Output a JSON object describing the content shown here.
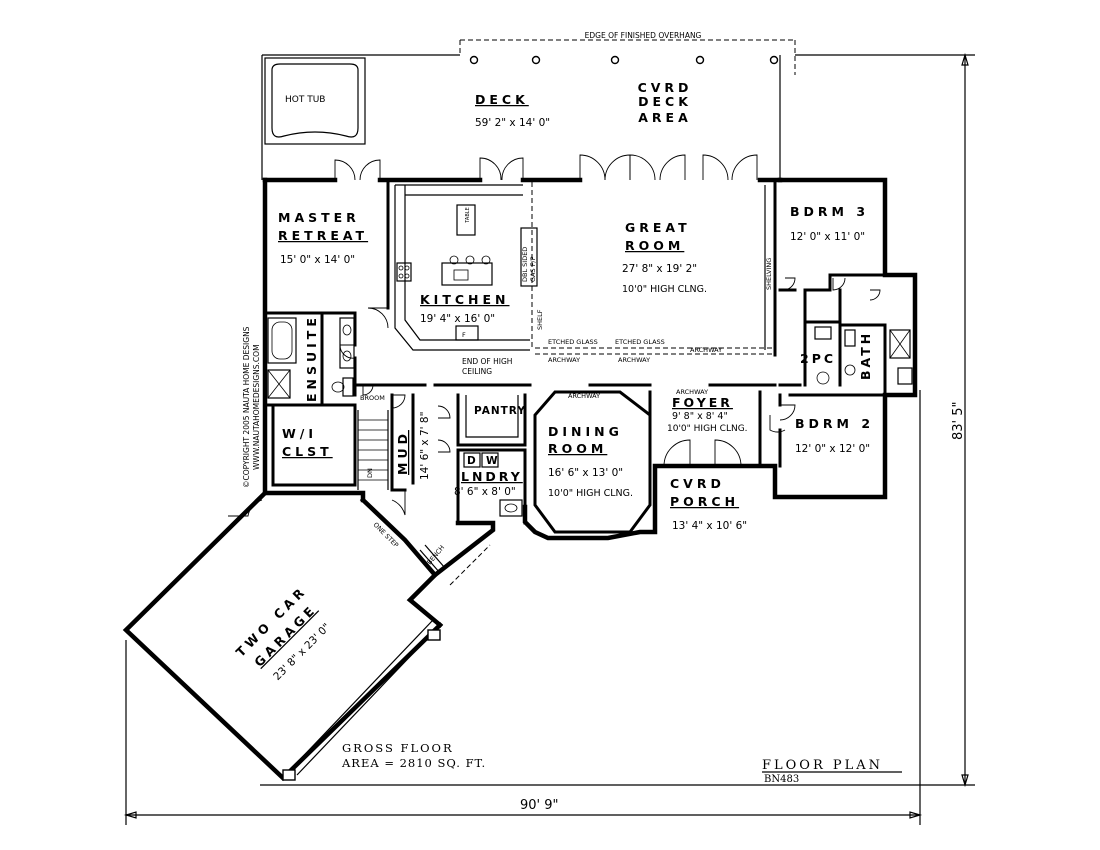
{
  "overhang_label": "EDGE OF FINISHED OVERHANG",
  "rooms": {
    "hot_tub": "HOT TUB",
    "deck": {
      "name": "DECK",
      "dims": "59' 2\" x 14' 0\""
    },
    "cvrd_deck": [
      "CVRD",
      "DECK",
      "AREA"
    ],
    "master": {
      "line1": "MASTER",
      "line2": "RETREAT",
      "dims": "15' 0\" x 14' 0\""
    },
    "kitchen": {
      "name": "KITCHEN",
      "dims": "19' 4\" x 16' 0\""
    },
    "great_room": {
      "line1": "GREAT",
      "line2": "ROOM",
      "dims": "27' 8\" x 19' 2\"",
      "ceiling": "10'0\" HIGH CLNG."
    },
    "bdrm3": {
      "name": "BDRM 3",
      "dims": "12' 0\" x 11' 0\""
    },
    "bdrm2": {
      "name": "BDRM 2",
      "dims": "12' 0\" x 12' 0\""
    },
    "ensuite": "ENSUITE",
    "wi_closet": {
      "line1": "W/I",
      "line2": "CLST"
    },
    "mud": {
      "name": "MUD",
      "dims": "14' 6\" x 7' 8\""
    },
    "pantry": "PANTRY",
    "laundry": {
      "name": "LNDRY",
      "dims": "8' 6\" x 8' 0\"",
      "d": "D",
      "w": "W"
    },
    "dining": {
      "line1": "DINING",
      "line2": "ROOM",
      "dims": "16' 6\" x 13' 0\"",
      "ceiling": "10'0\" HIGH CLNG."
    },
    "foyer": {
      "name": "FOYER",
      "dims": "9' 8\" x 8' 4\"",
      "ceiling": "10'0\" HIGH CLNG."
    },
    "cvrd_porch": {
      "line1": "CVRD",
      "line2": "PORCH",
      "dims": "13' 4\" x 10' 6\""
    },
    "powder": "2PC",
    "bath": "BATH",
    "garage": {
      "line1": "TWO CAR",
      "line2": "GARAGE",
      "dims": "23' 8\" x 23' 0\""
    }
  },
  "notes": {
    "table": "TABLE",
    "shelving": "SHELVING",
    "fireplace": [
      "DBL SIDED",
      "GAS F/P"
    ],
    "shelf": "SHELF",
    "etched_glass": "ETCHED GLASS",
    "archway": "ARCHWAY",
    "end_ceiling": [
      "END OF HIGH",
      "CEILING"
    ],
    "broom": "BROOM",
    "dn": "DN",
    "one_step": "ONE STEP",
    "bench": "BENCH",
    "fridge": "F"
  },
  "copyright": [
    "©COPYRIGHT 2005 NAUTA HOME DESIGNS",
    "WWW.NAUTAHOMEDESIGNS.COM"
  ],
  "gross_floor": [
    "GROSS FLOOR",
    "AREA = 2810 SQ. FT."
  ],
  "title": "FLOOR PLAN",
  "plan_code": "BN483",
  "dim_width": "90' 9\"",
  "dim_depth": "83' 5\""
}
